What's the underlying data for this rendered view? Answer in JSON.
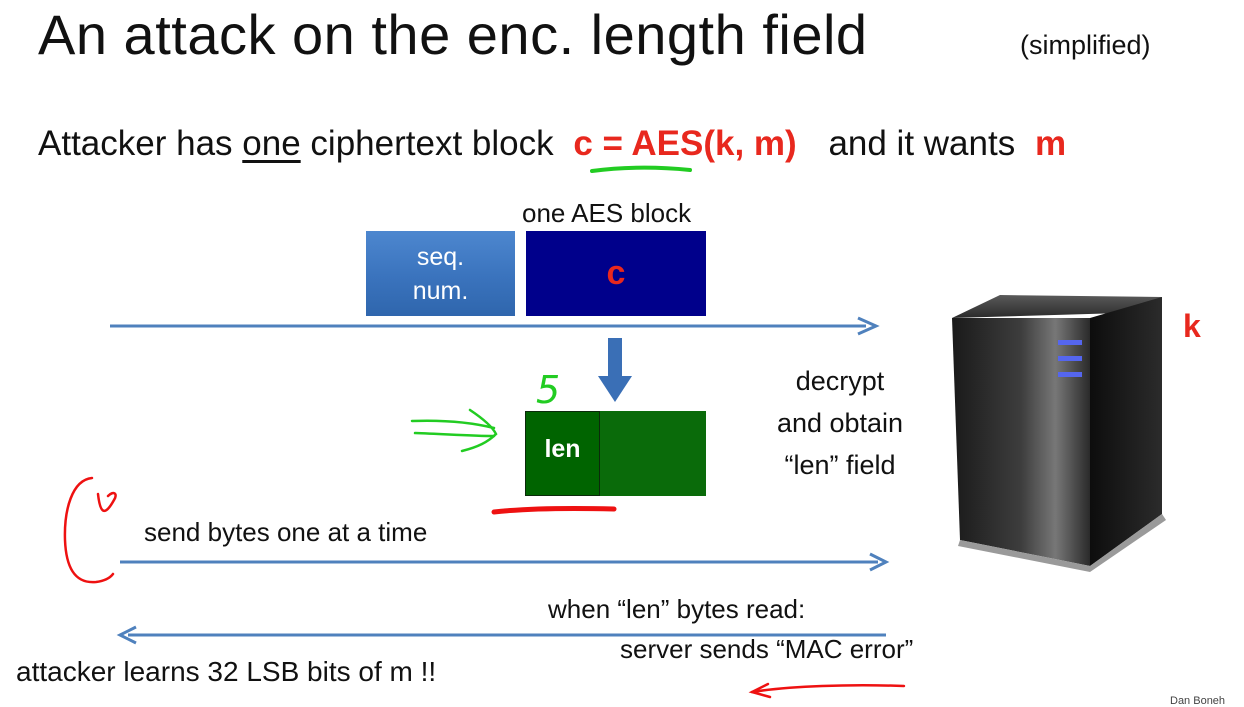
{
  "slide": {
    "title": "An attack on the enc. length field",
    "title_note": "(simplified)",
    "lead": {
      "part1": "Attacker has",
      "underlined": "one",
      "part2": "ciphertext block",
      "formula": "c = AES(k, m)",
      "part3": "and it wants",
      "target": "m"
    },
    "block_label": "one AES block",
    "seq_label_line1": "seq.",
    "seq_label_line2": "num.",
    "c_label": "c",
    "len_label": "len",
    "handwritten_number": "5",
    "server_note_line1": "decrypt",
    "server_note_line2": "and obtain",
    "server_note_line3": "“len” field",
    "key_label": "k",
    "send_note": "send bytes one at a time",
    "when_note": "when “len” bytes read:",
    "server_sends": "server sends “MAC error”",
    "learns_note": "attacker learns 32 LSB bits of m  !!",
    "credit": "Dan Boneh"
  },
  "colors": {
    "arrow": "#4f81bd",
    "seq_box": "#3a73bd",
    "c_box": "#00008b",
    "len_box": "#006400",
    "red_text": "#e8281e",
    "green_ink": "#22cc22",
    "red_ink": "#ee1111"
  }
}
